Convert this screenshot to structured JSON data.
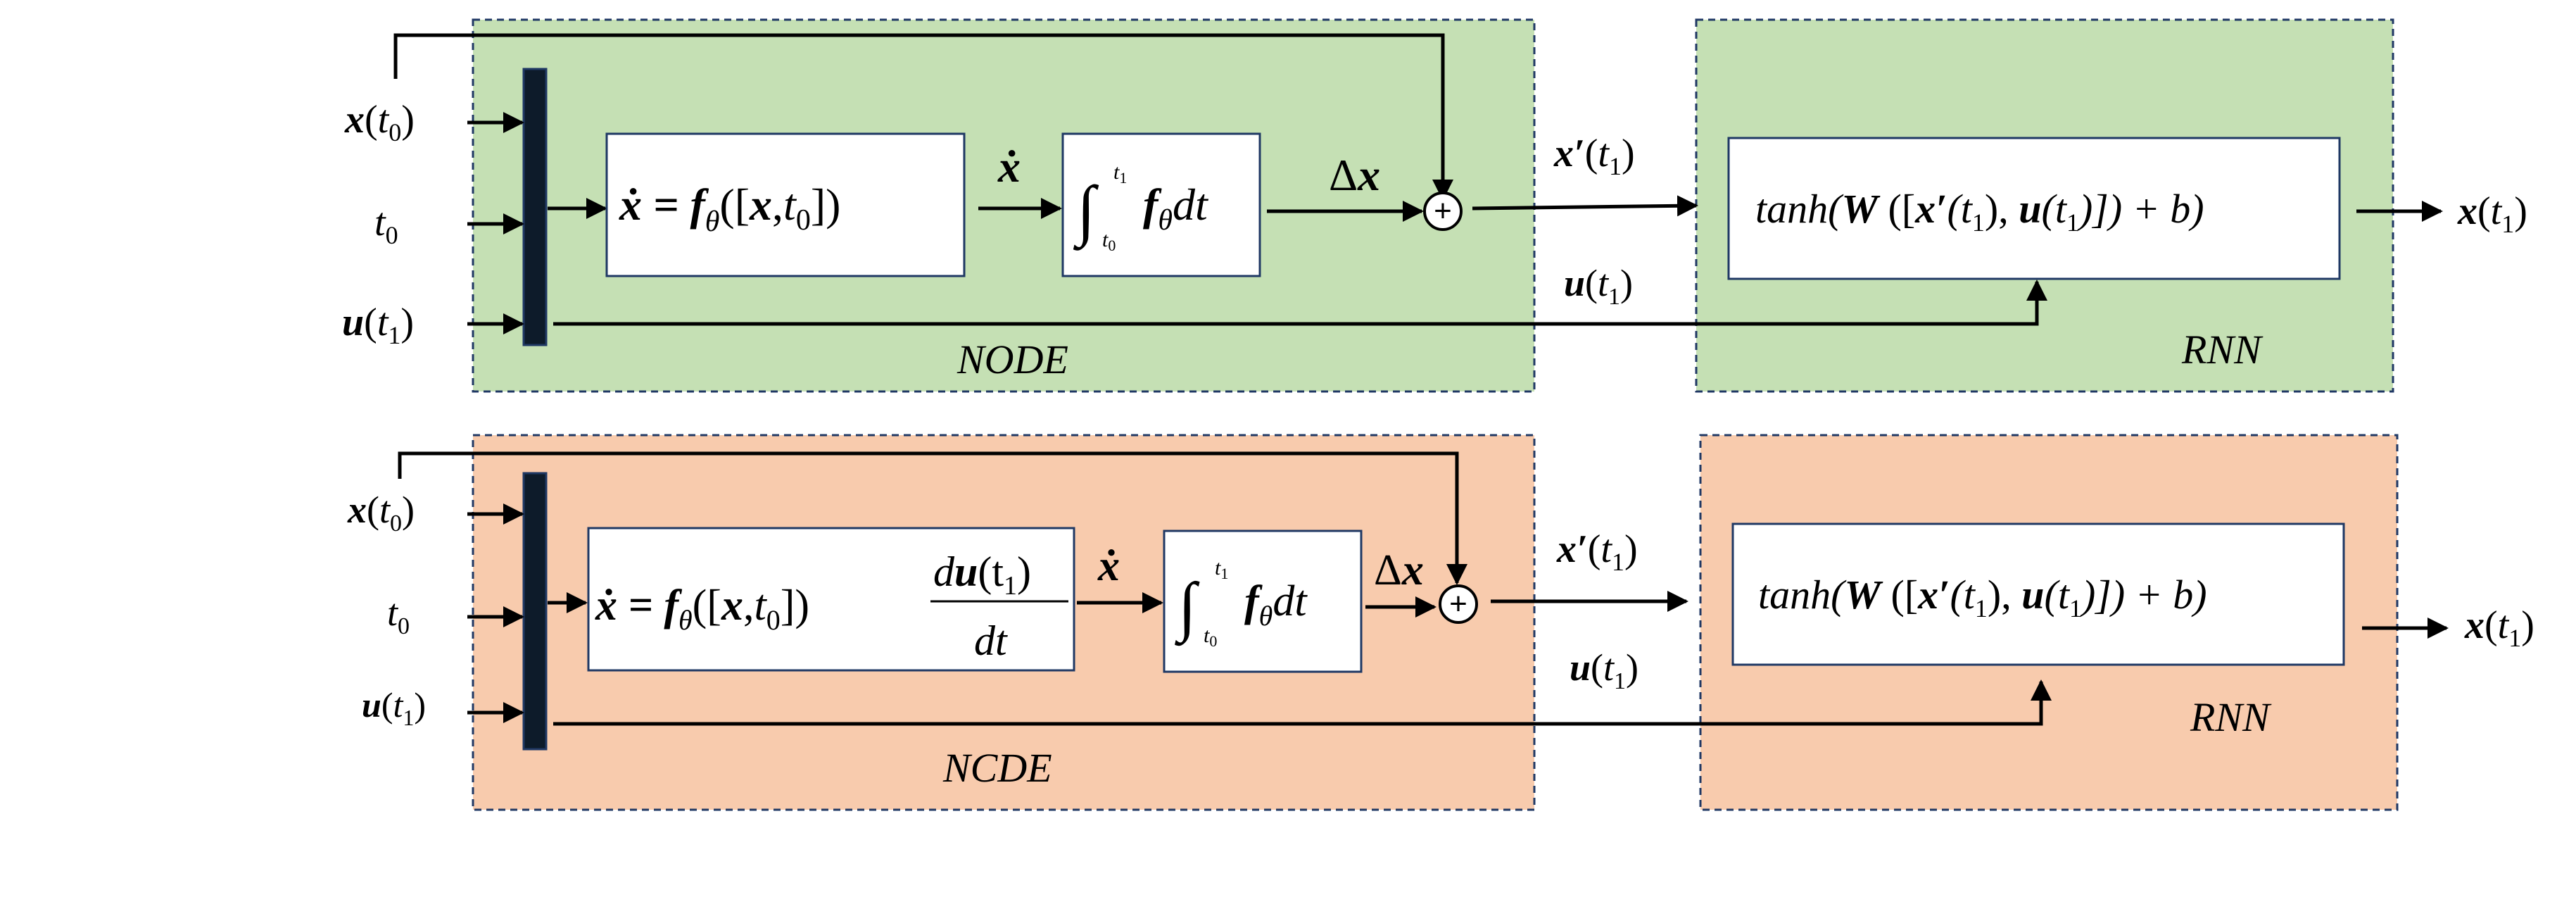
{
  "colors": {
    "node_panel": "#c5e0b4",
    "ncde_panel": "#f8cbad",
    "panel_border": "#203864",
    "box_border": "#1f3864",
    "bar_fill": "#0d1b2a",
    "line": "#000000"
  },
  "top": {
    "inputs": {
      "x_t0": {
        "main": "x",
        "paren_open": "(",
        "var": "t",
        "sub": "0",
        "paren_close": ")"
      },
      "t0": {
        "var": "t",
        "sub": "0"
      },
      "u_t1": {
        "main": "u",
        "paren_open": "(",
        "var": "t",
        "sub": "1",
        "paren_close": ")"
      }
    },
    "ode_box": {
      "lhs": "ẋ = ",
      "f": "f",
      "theta": "θ",
      "args": "([",
      "x": "x",
      "comma": ",",
      "t": "t",
      "sub0": "0",
      "close": "])"
    },
    "xdot": "ẋ",
    "integral_box": {
      "int": "∫",
      "upper": "t",
      "upper_sub": "1",
      "lower": "t",
      "lower_sub": "0",
      "f": "f",
      "theta": "θ",
      "dt": "dt"
    },
    "delta_x": {
      "delta": "Δ",
      "x": "x"
    },
    "sum": "+",
    "xprime": {
      "x": "x",
      "prime": "′",
      "open": "(",
      "t": "t",
      "sub": "1",
      "close": ")"
    },
    "u_label": {
      "u": "u",
      "open": "(",
      "t": "t",
      "sub": "1",
      "close": ")"
    },
    "rnn_box": {
      "tanh": "tanh(",
      "W": "W",
      "open": " ([",
      "x": "x",
      "prime": "′",
      "t1a": "(t",
      "s1a": "1",
      "mid": "), ",
      "u": "u",
      "t1b": "(t",
      "s1b": "1",
      "end": ")]) + b)"
    },
    "output": {
      "x": "x",
      "open": "(",
      "t": "t",
      "sub": "1",
      "close": ")"
    },
    "panel_label": "NODE",
    "rnn_label": "RNN"
  },
  "bottom": {
    "inputs": {
      "x_t0": {
        "main": "x",
        "paren_open": "(",
        "var": "t",
        "sub": "0",
        "paren_close": ")"
      },
      "t0": {
        "var": "t",
        "sub": "0"
      },
      "u_t1": {
        "main": "u",
        "paren_open": "(",
        "var": "t",
        "sub": "1",
        "paren_close": ")"
      }
    },
    "ode_box": {
      "lhs": "ẋ = ",
      "f": "f",
      "theta": "θ",
      "args": "([",
      "x": "x",
      "comma": ",",
      "t": "t",
      "sub0": "0",
      "close": "])",
      "num_d": "d",
      "num_u": "u",
      "num_t": "(t",
      "num_sub": "1",
      "num_close": ")",
      "den": "dt"
    },
    "xdot": "ẋ",
    "integral_box": {
      "int": "∫",
      "upper": "t",
      "upper_sub": "1",
      "lower": "t",
      "lower_sub": "0",
      "f": "f",
      "theta": "θ",
      "dt": "dt"
    },
    "delta_x": {
      "delta": "Δ",
      "x": "x"
    },
    "sum": "+",
    "xprime": {
      "x": "x",
      "prime": "′",
      "open": "(",
      "t": "t",
      "sub": "1",
      "close": ")"
    },
    "u_label": {
      "u": "u",
      "open": "(",
      "t": "t",
      "sub": "1",
      "close": ")"
    },
    "rnn_box": {
      "tanh": "tanh(",
      "W": "W",
      "open": " ([",
      "x": "x",
      "prime": "′",
      "t1a": "(t",
      "s1a": "1",
      "mid": "), ",
      "u": "u",
      "t1b": "(t",
      "s1b": "1",
      "end": ")]) + b)"
    },
    "output": {
      "x": "x",
      "open": "(",
      "t": "t",
      "sub": "1",
      "close": ")"
    },
    "panel_label": "NCDE",
    "rnn_label": "RNN"
  }
}
